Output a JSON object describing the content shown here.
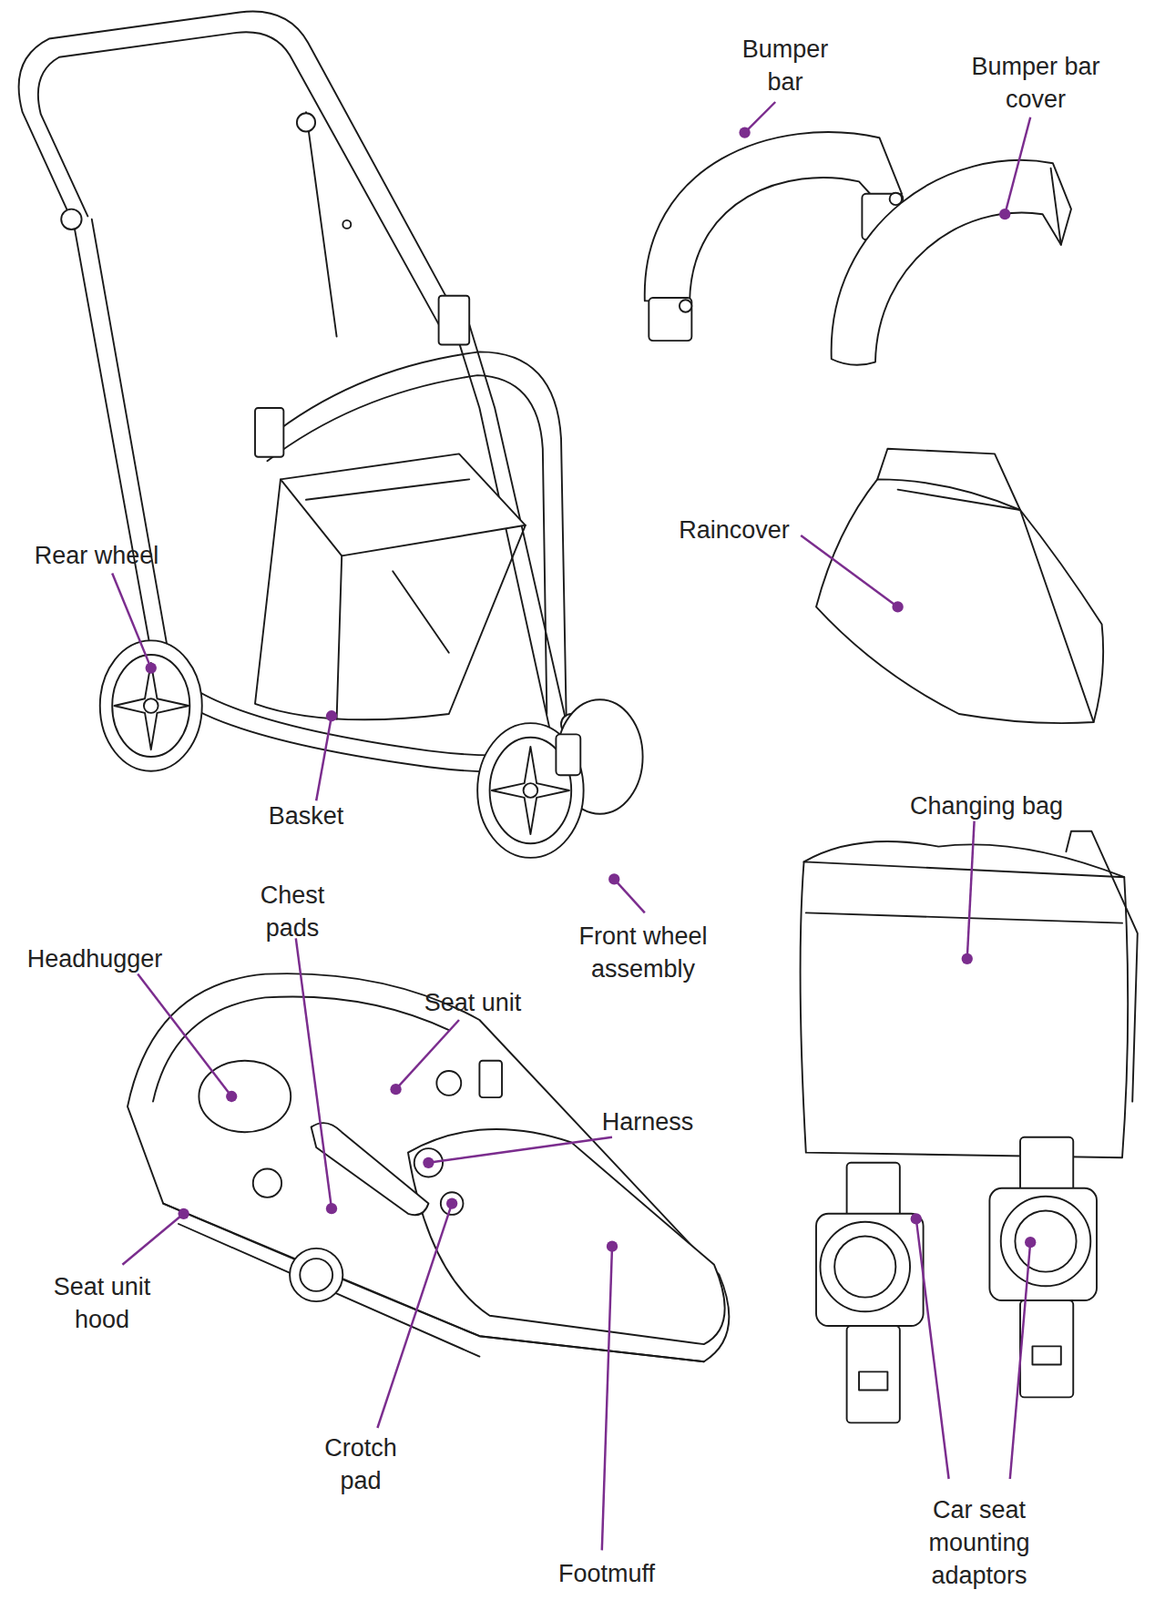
{
  "diagram": {
    "labels": [
      "Bumper bar",
      "Bumper bar cover",
      "Raincover",
      "Rear wheel",
      "Basket",
      "Changing bag",
      "Front wheel assembly",
      "Chest pads",
      "Headhugger",
      "Seat unit",
      "Harness",
      "Seat unit hood",
      "Crotch pad",
      "Footmuff",
      "Car seat mounting adaptors"
    ]
  }
}
